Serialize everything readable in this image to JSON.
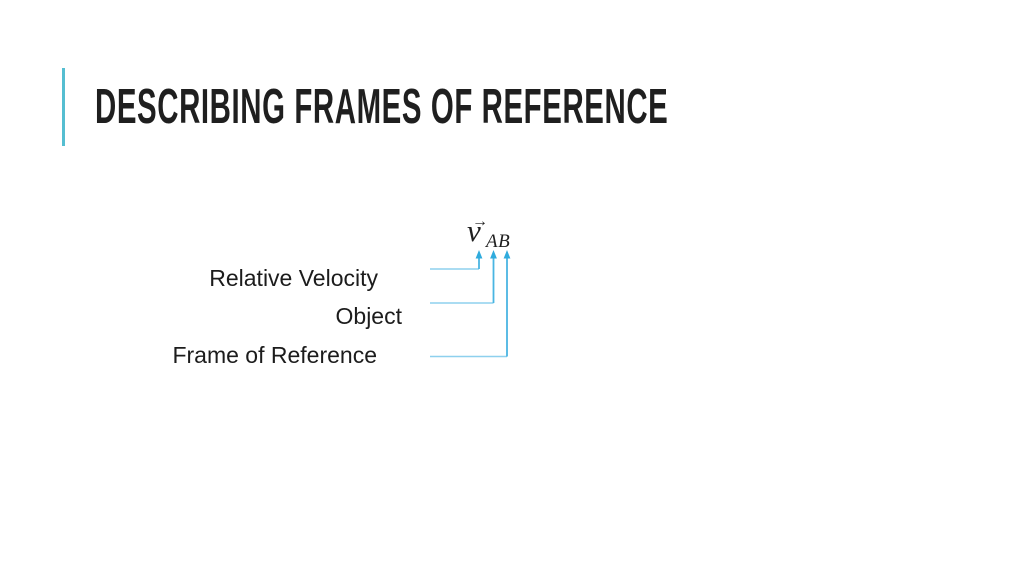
{
  "slide": {
    "title": "DESCRIBING FRAMES OF REFERENCE",
    "background_color": "#ffffff",
    "title_color": "#1f1f1f",
    "accent_bar_color": "#55bed1"
  },
  "diagram": {
    "formula": {
      "vector_arrow": "→",
      "symbol": "v",
      "subscript": "AB"
    },
    "labels": [
      {
        "text": "Relative Velocity"
      },
      {
        "text": "Object"
      },
      {
        "text": "Frame of Reference"
      }
    ],
    "text_color": "#1c1c1c",
    "connector_line_color": "#8ed0ee",
    "arrow_stem_color": "#49b5e2",
    "arrowhead_color": "#2fabdd"
  }
}
